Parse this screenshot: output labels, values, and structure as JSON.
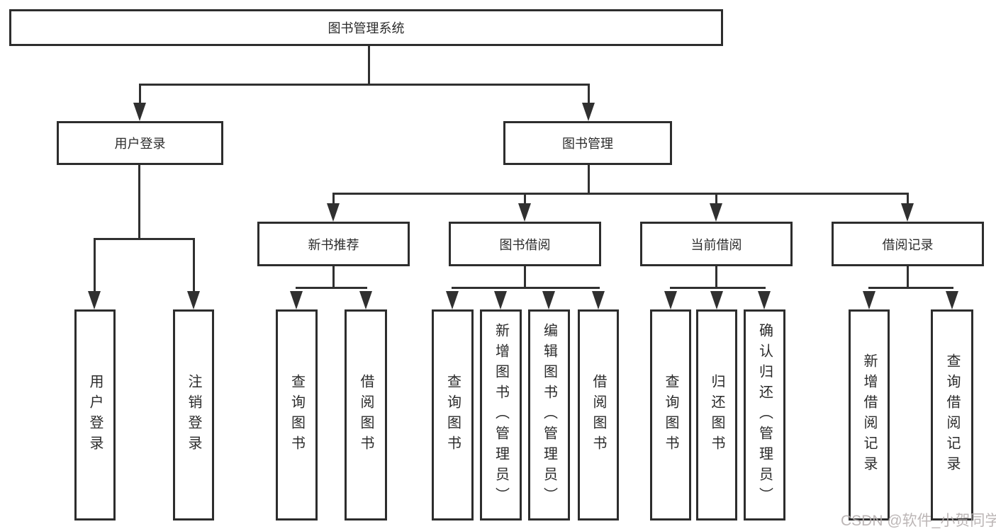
{
  "diagram": {
    "root": {
      "label": "图书管理系统"
    },
    "level2": {
      "user_login": {
        "label": "用户登录"
      },
      "book_mgmt": {
        "label": "图书管理"
      }
    },
    "level3": {
      "new_books": {
        "label": "新书推荐"
      },
      "book_borrow": {
        "label": "图书借阅"
      },
      "current_borrow": {
        "label": "当前借阅"
      },
      "borrow_records": {
        "label": "借阅记录"
      }
    },
    "leaves": {
      "user_login": [
        "用户登录",
        "注销登录"
      ],
      "new_books": [
        "查询图书",
        "借阅图书"
      ],
      "book_borrow": [
        "查询图书",
        "新增图书（管理员）",
        "编辑图书（管理员）",
        "借阅图书"
      ],
      "current_borrow": [
        "查询图书",
        "归还图书",
        "确认归还（管理员）"
      ],
      "borrow_records": [
        "新增借阅记录",
        "查询借阅记录"
      ]
    }
  },
  "watermark": {
    "text": "CSDN @软件_小贺同学"
  },
  "colors": {
    "line": "#303030",
    "box_border": "#2d2d2d",
    "text": "#2b2b2b",
    "watermark": "#b3adad",
    "background": "#ffffff"
  }
}
